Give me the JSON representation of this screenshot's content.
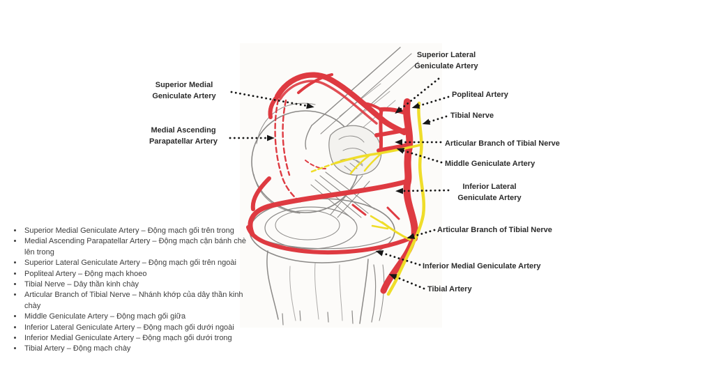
{
  "colors": {
    "artery_red": "#de3a41",
    "nerve_yellow": "#efdd2a",
    "sketch_gray": "#8b8987",
    "leader_black": "#161616",
    "label_text": "#2b2b2b",
    "list_text": "#3d3d3d",
    "background": "#ffffff"
  },
  "diagram": {
    "title": "Knee vascular and nerve anatomy (lateral view sketch)",
    "labels": [
      {
        "id": "superior-medial-geniculate-artery",
        "text": "Superior Medial\nGeniculate Artery"
      },
      {
        "id": "medial-ascending-parapatellar-artery",
        "text": "Medial Ascending\nParapatellar Artery"
      },
      {
        "id": "superior-lateral-geniculate-artery",
        "text": "Superior Lateral\nGeniculate Artery"
      },
      {
        "id": "popliteal-artery",
        "text": "Popliteal Artery"
      },
      {
        "id": "tibial-nerve",
        "text": "Tibial Nerve"
      },
      {
        "id": "articular-branch-of-tibial-nerve-upper",
        "text": "Articular Branch of Tibial Nerve"
      },
      {
        "id": "middle-geniculate-artery",
        "text": "Middle Geniculate Artery"
      },
      {
        "id": "inferior-lateral-geniculate-artery",
        "text": "Inferior Lateral\nGeniculate Artery"
      },
      {
        "id": "articular-branch-of-tibial-nerve-lower",
        "text": "Articular Branch of Tibial Nerve"
      },
      {
        "id": "inferior-medial-geniculate-artery",
        "text": "Inferior Medial Geniculate Artery"
      },
      {
        "id": "tibial-artery",
        "text": "Tibial Artery"
      }
    ]
  },
  "legend_list": {
    "items": [
      "Superior Medial Geniculate Artery – Động mạch gối trên trong",
      "Medial Ascending Parapatellar Artery – Động mạch cận bánh chè lên trong",
      "Superior Lateral Geniculate Artery – Động mạch gối trên ngoài",
      "Popliteal Artery – Động mạch khoeo",
      "Tibial Nerve – Dây thần kinh chày",
      "Articular Branch of Tibial Nerve – Nhánh khớp của dây thần kinh chày",
      "Middle Geniculate Artery – Động mạch gối giữa",
      "Inferior Lateral Geniculate Artery – Động mạch gối dưới ngoài",
      "Inferior Medial Geniculate Artery – Động mạch gối dưới trong",
      "Tibial Artery – Động mạch chày"
    ]
  }
}
